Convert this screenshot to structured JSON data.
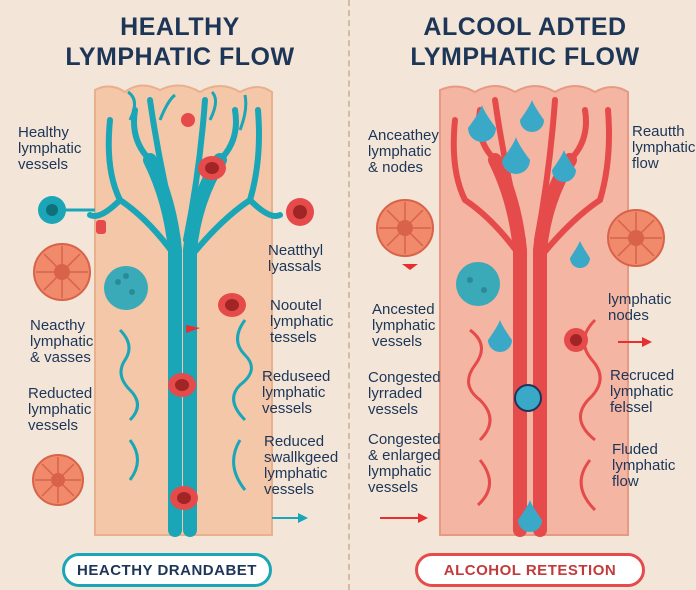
{
  "titles": {
    "left": "HEALTHY\nLYMPHATIC FLOW",
    "right": "ALCOOL ADTED\nLYMPHATIC FLOW"
  },
  "left_labels": {
    "l1": "Healthy\nlymphatic\nvessels",
    "l2": "Neacthy\nlymphatic\n& vasses",
    "l3": "Reducted\nlymphatic\nvessels",
    "l4": "Neatthyl\nlyassals",
    "l5": "Nooutel\nlymphatic\ntessels",
    "l6": "Reduseed\nlymphatic\nvessels",
    "l7": "Reduced\nswallkgeed\nlymphatic\nvessels"
  },
  "right_labels": {
    "r1": "Anceathey\nlymphatic\n& nodes",
    "r2": "Ancested\nlymphatic\nvessels",
    "r3": "Congested\nlyrraded\nvessels",
    "r4": "Congested\n& enlarged\nlymphatic\nvessels",
    "r5": "Reautth\nlymphatic\nflow",
    "r6": "lymphatic\nnodes",
    "r7": "Recruced\nlymphatic\nfelssel",
    "r8": "Fluded\nlymphatic\nflow"
  },
  "banners": {
    "left": "HEACTHY DRANDABET",
    "right": "ALCOHOL RETESTION"
  },
  "colors": {
    "healthy_vessel": "#1aa6b7",
    "alcohol_vessel": "#e64b4b",
    "background": "#f3e6d8",
    "panel": "#f4c7a8",
    "text": "#1d3557"
  }
}
